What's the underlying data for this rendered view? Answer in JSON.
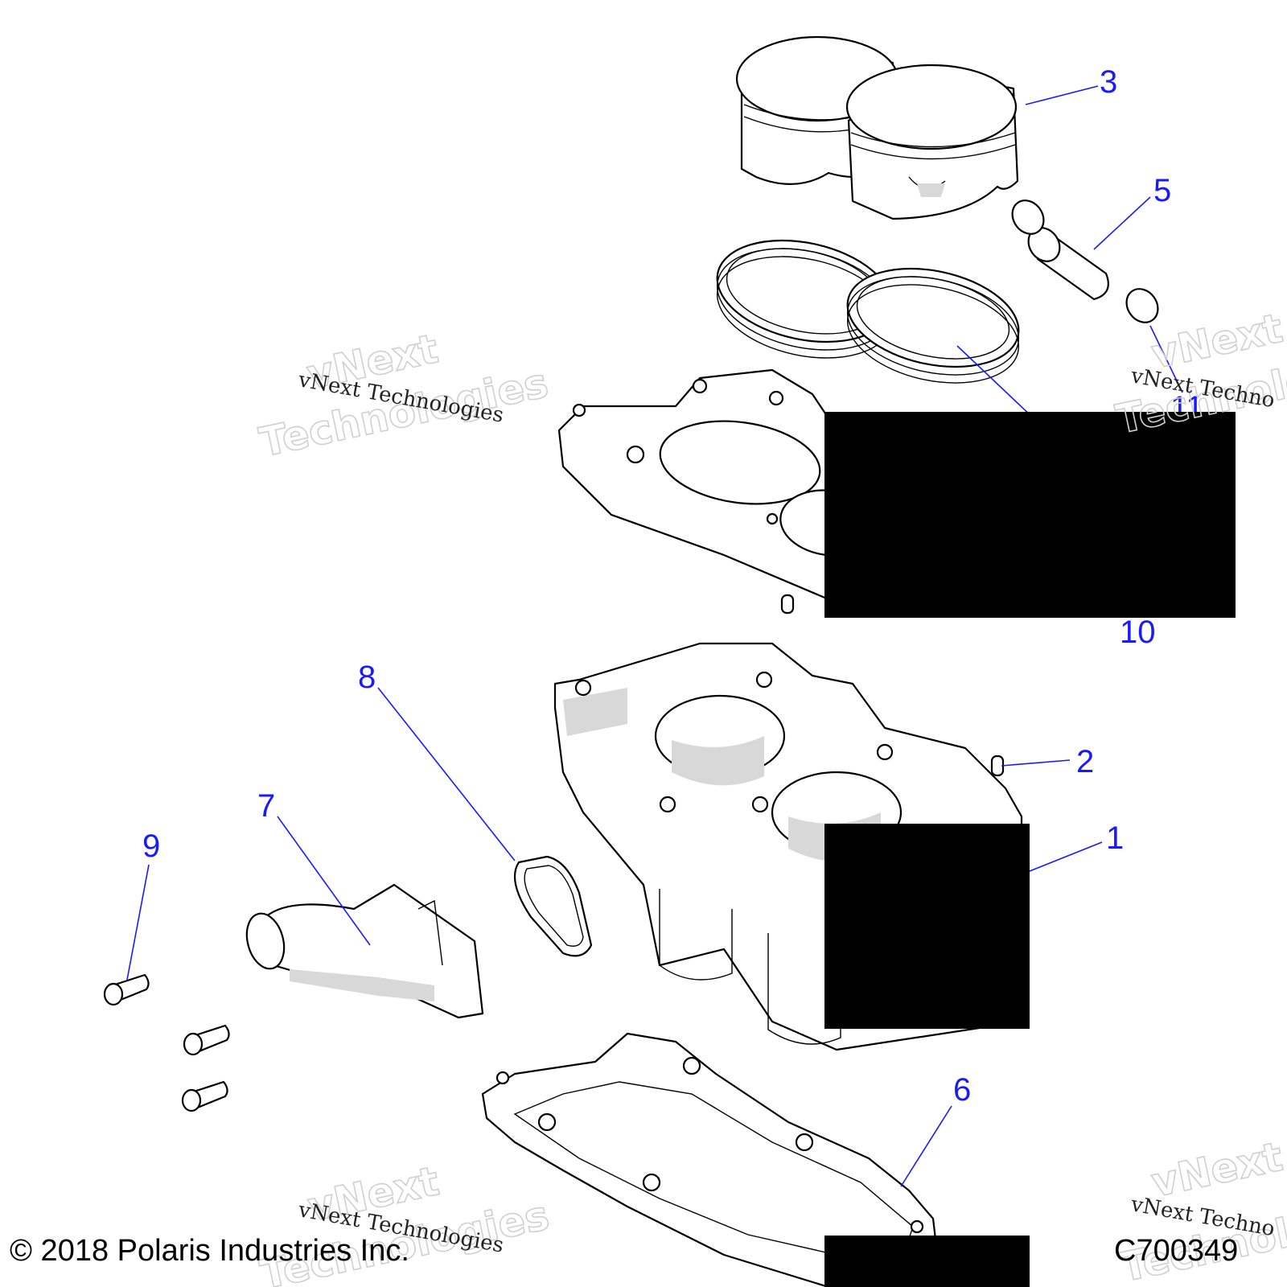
{
  "watermark": {
    "line1": "vNext",
    "line2": "Technologies",
    "small": "vNext Technologies",
    "small_partial": "vNext Techno",
    "big_partial_1": "vNext",
    "big_partial_2": "Technolo"
  },
  "callouts": {
    "c1": "1",
    "c2": "2",
    "c3": "3",
    "c5": "5",
    "c6": "6",
    "c7": "7",
    "c8": "8",
    "c9": "9",
    "c10": "10",
    "c11": "11"
  },
  "footer": {
    "copyright": "© 2018 Polaris Industries Inc.",
    "figure_id": "C700349"
  },
  "colors": {
    "callout": "#1a1aff",
    "redaction": "#000000",
    "watermark": "#d0d0d0"
  }
}
